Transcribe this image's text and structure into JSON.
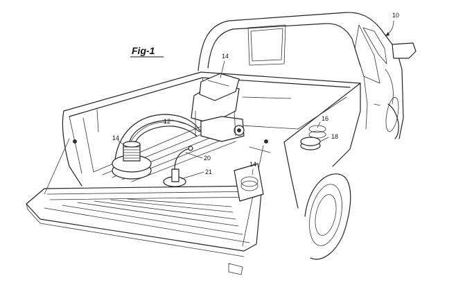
{
  "figure": {
    "title": "Fig-1"
  },
  "labels": {
    "truck": "10",
    "generator": "14",
    "hose": "12",
    "left_fixture": "14",
    "right_component": "14",
    "fitting": "20",
    "fitting_base": "21",
    "panel_upper": "16",
    "panel_lower": "18"
  },
  "colors": {
    "line": "#222222",
    "background": "#ffffff"
  }
}
